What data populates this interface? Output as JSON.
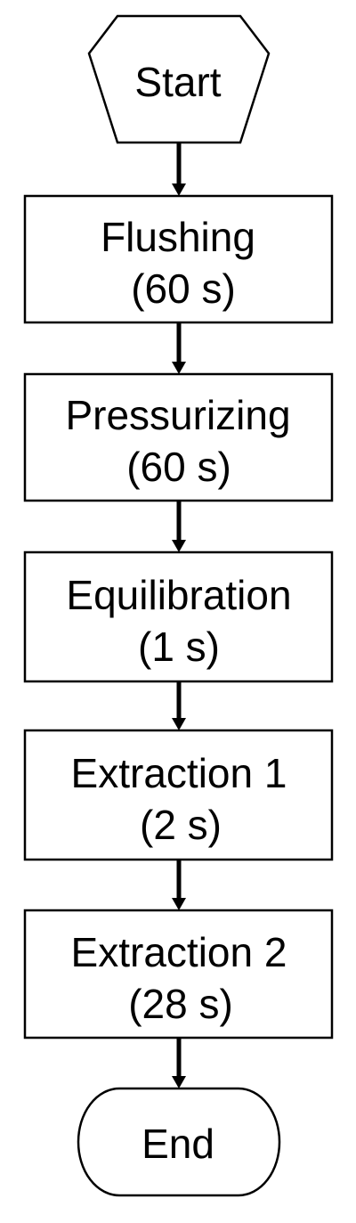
{
  "flowchart": {
    "start": {
      "label": "Start"
    },
    "steps": [
      {
        "name": "Flushing",
        "duration": "(60 s)"
      },
      {
        "name": "Pressurizing",
        "duration": "(60 s)"
      },
      {
        "name": "Equilibration",
        "duration": "(1 s)"
      },
      {
        "name": "Extraction 1",
        "duration": "(2 s)"
      },
      {
        "name": "Extraction 2",
        "duration": "(28 s)"
      }
    ],
    "end": {
      "label": "End"
    }
  },
  "colors": {
    "stroke": "#000000",
    "fill": "#ffffff",
    "text": "#000000"
  }
}
